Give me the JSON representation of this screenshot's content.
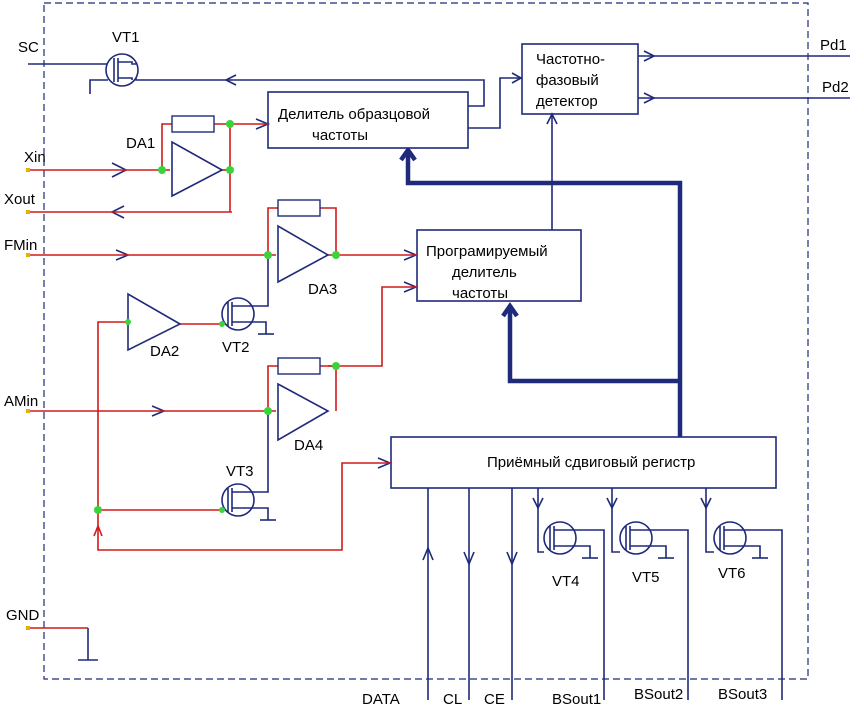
{
  "pins": {
    "sc": "SC",
    "xin": "Xin",
    "xout": "Xout",
    "fmin": "FMin",
    "amin": "AMin",
    "gnd": "GND",
    "pd1": "Pd1",
    "pd2": "Pd2",
    "data": "DATA",
    "cl": "CL",
    "ce": "CE",
    "bout1": "BSout1",
    "bout2": "BSout2",
    "bout3": "BSout3"
  },
  "components": {
    "vt1": "VT1",
    "vt2": "VT2",
    "vt3": "VT3",
    "vt4": "VT4",
    "vt5": "VT5",
    "vt6": "VT6",
    "da1": "DA1",
    "da2": "DA2",
    "da3": "DA3",
    "da4": "DA4"
  },
  "blocks": {
    "ref_divider": [
      "Делитель образцовой",
      "частоты"
    ],
    "phase_detector": [
      "Частотно-",
      "фазовый",
      "детектор"
    ],
    "prog_divider": [
      "Програмируемый",
      "делитель",
      "частоты"
    ],
    "shift_register": "Приёмный сдвиговый регистр"
  },
  "colors": {
    "wire_blue": "#1f2a7a",
    "wire_red": "#d11a1a",
    "junction": "#3ad43a",
    "pin": "#e8b000"
  }
}
